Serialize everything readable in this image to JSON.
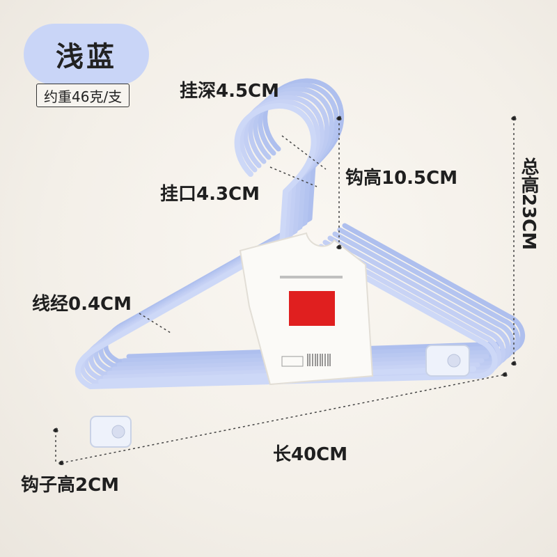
{
  "product": {
    "color_name": "浅蓝",
    "weight": "约重46克/支"
  },
  "dimensions": {
    "hook_depth": "挂深4.5CM",
    "hook_height": "钩高10.5CM",
    "hook_opening": "挂口4.3CM",
    "total_height": "总高23CM",
    "wire_diameter": "线经0.4CM",
    "length": "长40CM",
    "clip_height": "钩子高2CM"
  },
  "colors": {
    "hanger": "#c7d3f5",
    "hanger_edge": "#8fa3dc",
    "accent_red": "#e01f1f",
    "pill": "#c9d5f7"
  }
}
